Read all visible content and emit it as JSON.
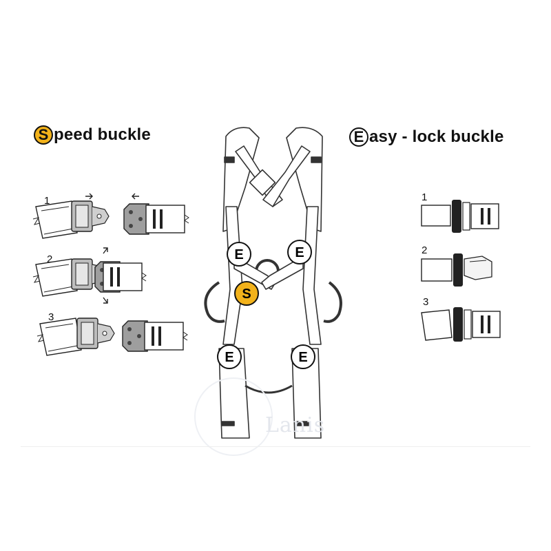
{
  "speed": {
    "letter": "S",
    "rest": "peed  buckle",
    "color": "#f2b21b",
    "steps": [
      "1",
      "2",
      "3"
    ]
  },
  "easy": {
    "letter": "E",
    "rest": "asy - lock buckle",
    "steps": [
      "1",
      "2",
      "3"
    ]
  },
  "harness": {
    "markers": [
      {
        "label": "E",
        "kind": "easy-lock"
      },
      {
        "label": "E",
        "kind": "easy-lock"
      },
      {
        "label": "S",
        "kind": "speed"
      },
      {
        "label": "E",
        "kind": "easy-lock"
      },
      {
        "label": "E",
        "kind": "easy-lock"
      }
    ]
  },
  "watermark": "Lanis"
}
